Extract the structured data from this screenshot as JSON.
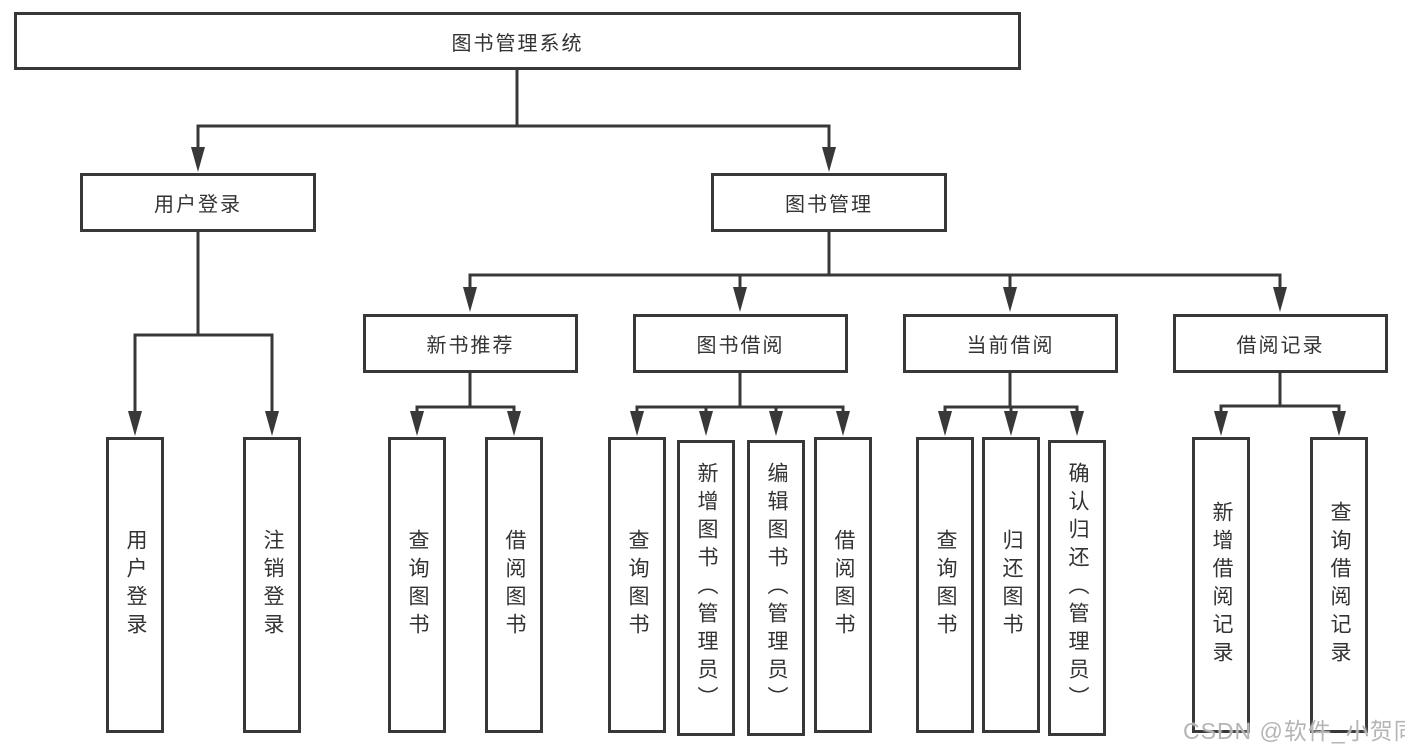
{
  "diagram": {
    "root": "图书管理系统",
    "level2": [
      "用户登录",
      "图书管理"
    ],
    "level3": [
      "新书推荐",
      "图书借阅",
      "当前借阅",
      "借阅记录"
    ],
    "leaves": [
      "用户登录",
      "注销登录",
      "查询图书",
      "借阅图书",
      "查询图书",
      "新增图书（管理员）",
      "编辑图书（管理员）",
      "借阅图书",
      "查询图书",
      "归还图书",
      "确认归还（管理员）",
      "新增借阅记录",
      "查询借阅记录"
    ]
  },
  "watermark": "CSDN @软件_小贺同学",
  "colors": {
    "line": "#383838",
    "text": "#333333",
    "background": "#ffffff",
    "watermark": "#b5b5b5"
  }
}
